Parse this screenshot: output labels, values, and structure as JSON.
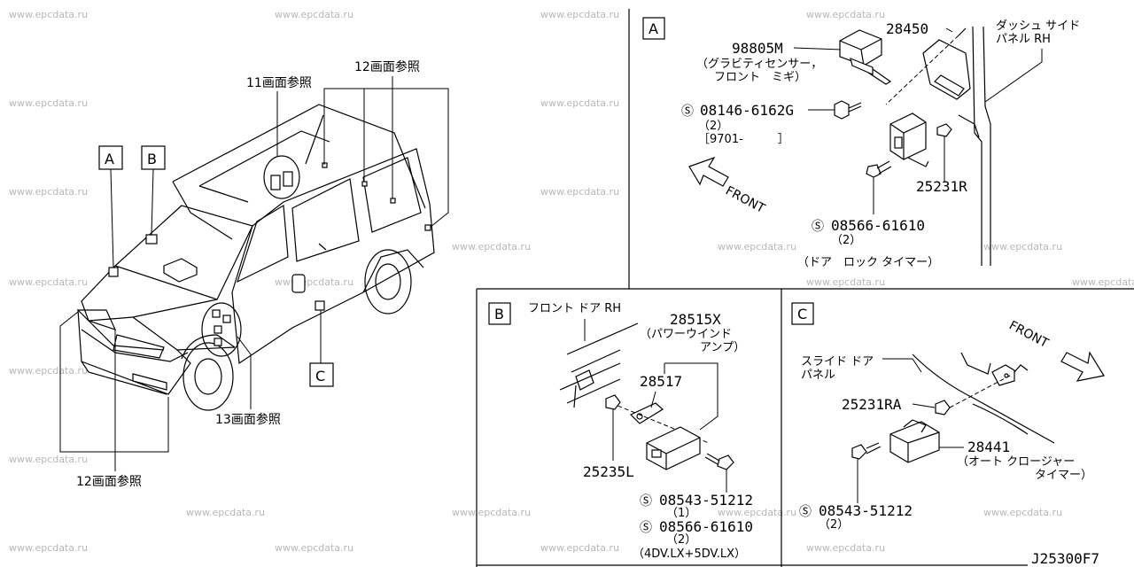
{
  "watermark": "www.epcdata.ru",
  "diagram_code": "J25300F7",
  "overview": {
    "box_a": "A",
    "box_b": "B",
    "box_c": "C",
    "ref_11": "11画面参照",
    "ref_12_top": "12画面参照",
    "ref_13": "13画面参照",
    "ref_12_bottom": "12画面参照"
  },
  "panel_a": {
    "label": "A",
    "part_98805m": "98805M",
    "part_98805m_desc1": "（グラビティセンサー，",
    "part_98805m_desc2": "フロント　ミギ）",
    "part_28450": "28450",
    "dash_side1": "ダッシュ サイド",
    "dash_side2": "パネル RH",
    "bolt_1_code": "08146-6162G",
    "bolt_1_qty": "（2）",
    "bolt_1_range": "［9701-　　　］",
    "front": "FRONT",
    "part_25231r": "25231R",
    "bolt_2_code": "08566-61610",
    "bolt_2_qty": "（2）",
    "note": "（ドア　ロック タイマー）"
  },
  "panel_b": {
    "label": "B",
    "door_label": "フロント ドア RH",
    "part_28515x": "28515X",
    "part_28515x_desc1": "（パワーウインド",
    "part_28515x_desc2": "アンプ）",
    "part_28517": "28517",
    "part_25235l": "25235L",
    "bolt_1_code": "08543-51212",
    "bolt_1_qty": "（1）",
    "bolt_2_code": "08566-61610",
    "bolt_2_qty": "（2）",
    "note": "（4DV.LX+5DV.LX）"
  },
  "panel_c": {
    "label": "C",
    "front": "FRONT",
    "slide_door1": "スライド ドア",
    "slide_door2": "パネル",
    "part_25231ra": "25231RA",
    "part_28441": "28441",
    "part_28441_desc1": "（オート クロージャー",
    "part_28441_desc2": "タイマー）",
    "bolt_code": "08543-51212",
    "bolt_qty": "（2）"
  }
}
